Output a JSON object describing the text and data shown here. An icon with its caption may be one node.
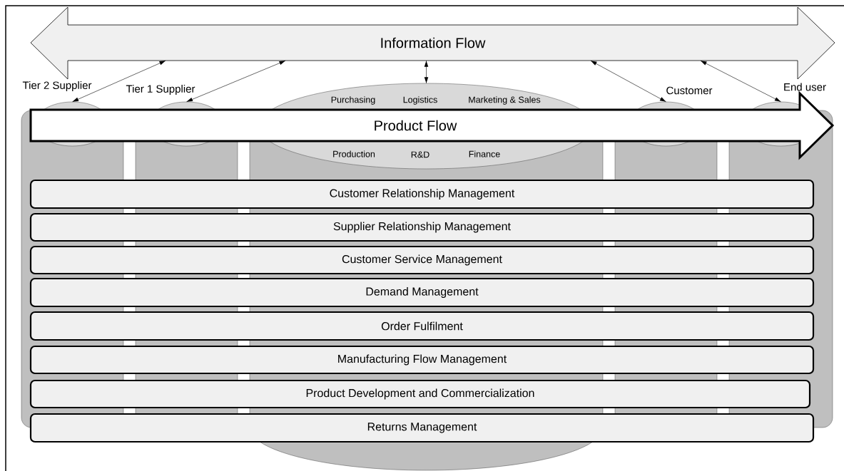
{
  "diagram": {
    "nodes": [
      {
        "text": [
          "Information Flow"
        ]
      },
      {
        "text": [
          "Tier 2 Supplier"
        ]
      },
      {
        "text": [
          "Tier 1 Supplier"
        ]
      },
      {
        "text": [
          "Purchasing",
          "Logistics",
          "Marketing & Sales",
          "Production",
          "R&D",
          "Finance"
        ]
      },
      {
        "text": [
          "Customer"
        ]
      },
      {
        "text": [
          "End user"
        ]
      },
      {
        "text": [
          "Product Flow"
        ]
      },
      {
        "text": [
          "Customer Relationship Management"
        ]
      },
      {
        "text": [
          "Supplier Relationship Management"
        ]
      },
      {
        "text": [
          "Customer Service Management"
        ]
      },
      {
        "text": [
          "Demand Management"
        ]
      },
      {
        "text": [
          "Order Fulfilment"
        ]
      },
      {
        "text": [
          "Manufacturing Flow Management"
        ]
      },
      {
        "text": [
          "Product Development and Commercialization"
        ]
      },
      {
        "text": [
          "Returns Management"
        ]
      }
    ],
    "edges": [
      {
        "from": 1,
        "to": 0,
        "arrow": "both"
      },
      {
        "from": 2,
        "to": 0,
        "arrow": "both"
      },
      {
        "from": 3,
        "to": 0,
        "arrow": "both"
      },
      {
        "from": 4,
        "to": 0,
        "arrow": "both"
      },
      {
        "from": 5,
        "to": 0,
        "arrow": "both"
      }
    ]
  }
}
